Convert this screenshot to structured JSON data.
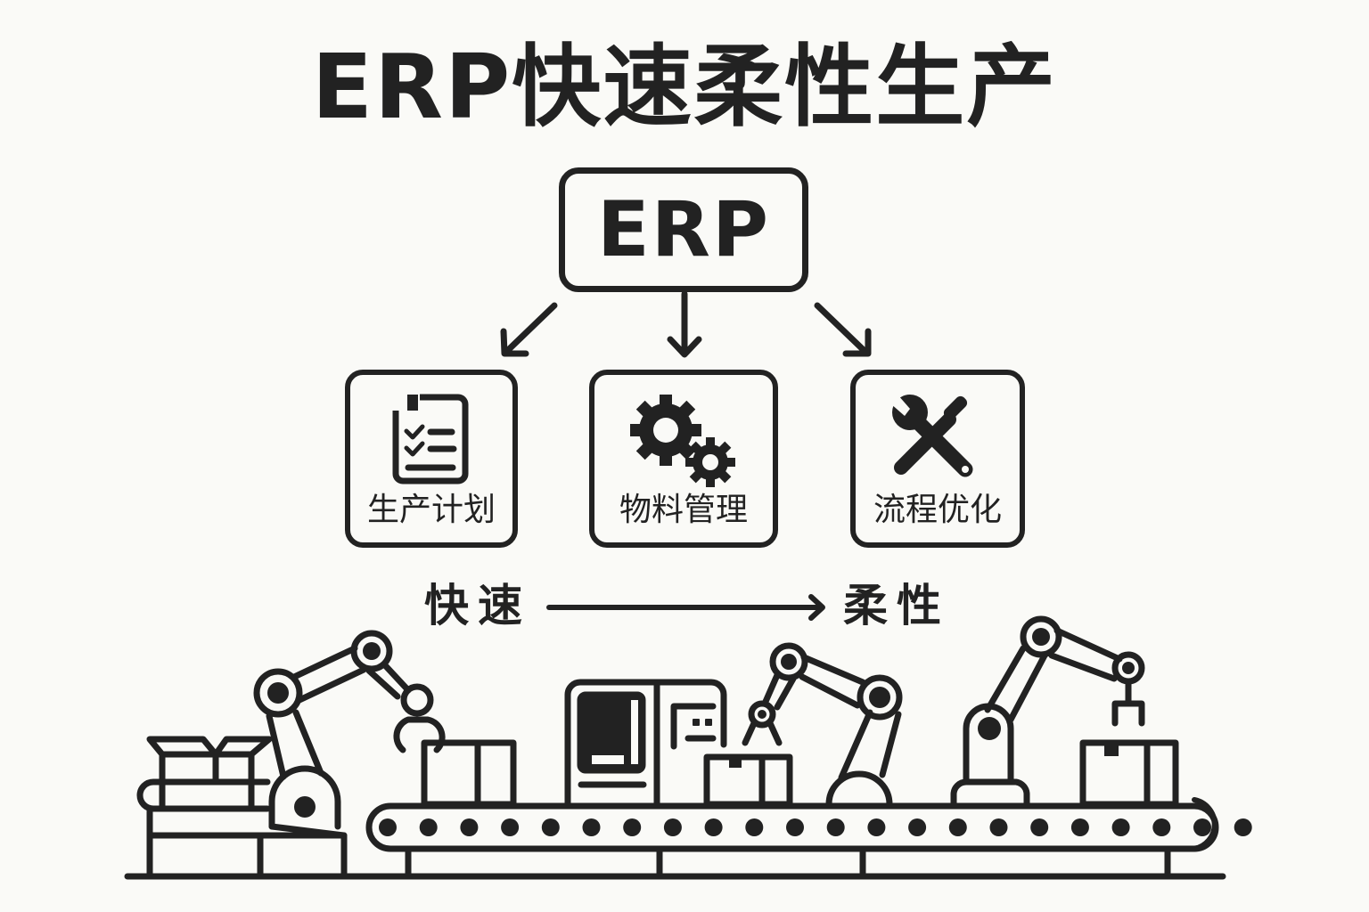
{
  "title": "ERP快速柔性生产",
  "center_node": {
    "label": "ERP"
  },
  "modules": [
    {
      "label": "生产计划",
      "icon": "checklist-icon"
    },
    {
      "label": "物料管理",
      "icon": "gears-icon"
    },
    {
      "label": "流程优化",
      "icon": "wrench-screwdriver-icon"
    }
  ],
  "flow": {
    "from": "快速",
    "to": "柔性"
  },
  "colors": {
    "ink": "#222222",
    "background": "#fafaf7"
  }
}
